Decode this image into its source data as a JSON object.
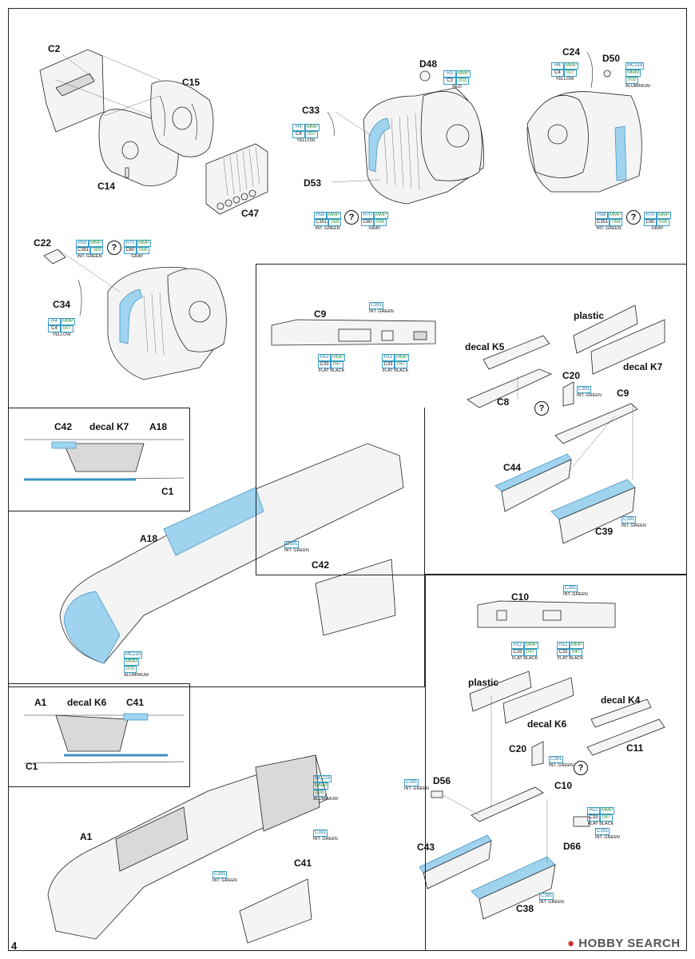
{
  "page_number": "4",
  "watermark": {
    "brand": "HOBBY SEARCH"
  },
  "labels": {
    "C2": "C2",
    "C15": "C15",
    "C14": "C14",
    "C47": "C47",
    "D48": "D48",
    "C33": "C33",
    "D53": "D53",
    "C24": "C24",
    "D50": "D50",
    "C22": "C22",
    "C34": "C34",
    "C9": "C9",
    "C9b": "C9",
    "plastic": "plastic",
    "decal_K5": "decal K5",
    "C20": "C20",
    "decal_K7": "decal K7",
    "C8": "C8",
    "C44": "C44",
    "C39": "C39",
    "C42": "C42",
    "decal_K7b": "decal K7",
    "A18": "A18",
    "C1": "C1",
    "A18b": "A18",
    "C42b": "C42",
    "C10": "C10",
    "plastic2": "plastic",
    "decal_K4": "decal K4",
    "decal_K6": "decal K6",
    "C11": "C11",
    "C20b": "C20",
    "D56": "D56",
    "C10b": "C10",
    "D66": "D66",
    "C43": "C43",
    "C38": "C38",
    "A1": "A1",
    "decal_K6b": "decal K6",
    "C41": "C41",
    "C1b": "C1",
    "A1b": "A1",
    "C41b": "C41"
  },
  "colors": {
    "yellow": {
      "h": "H4",
      "mmp": "MMP",
      "c": "C4",
      "code": "007",
      "name": "YELLOW"
    },
    "red": {
      "h": "H3",
      "mmp": "MMP",
      "c": "C3",
      "code": "003",
      "name": "RED"
    },
    "aluminium": {
      "h": "MC218",
      "mmp": "MMM",
      "code": "003",
      "name": "ALUMINIUM"
    },
    "int_green": {
      "h": "H58",
      "mmp": "MMP",
      "c": "C351",
      "code": "059",
      "name": "INT. GREEN"
    },
    "gray": {
      "h": "H70",
      "mmp": "MMP",
      "c": "C60",
      "code": "056",
      "name": "GRAY"
    },
    "flat_black": {
      "h": "H12",
      "mmp": "MMP",
      "c": "C33",
      "code": "047",
      "name": "FLAT BLACK"
    },
    "c391": {
      "c": "C391",
      "name": "INT. GREEN"
    }
  },
  "question_mark": "?"
}
